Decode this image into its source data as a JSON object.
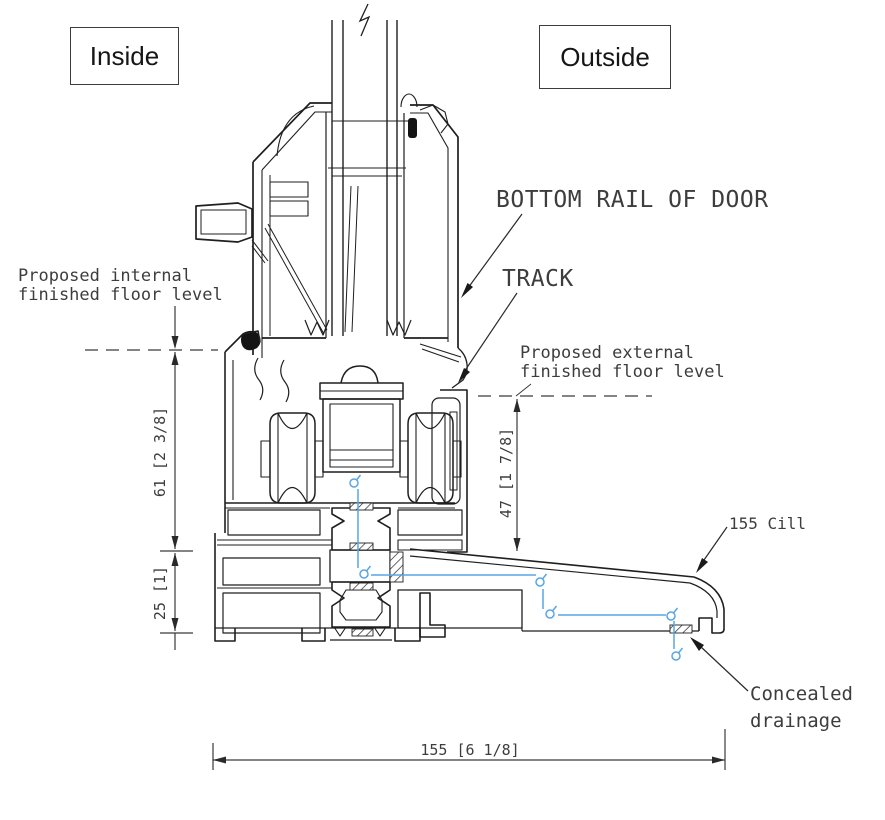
{
  "labels": {
    "inside": "Inside",
    "outside": "Outside"
  },
  "callouts": {
    "bottom_rail": "BOTTOM RAIL OF DOOR",
    "track": "TRACK",
    "internal_floor": {
      "line1": "Proposed internal",
      "line2": "finished floor level"
    },
    "external_floor": {
      "line1": "Proposed external",
      "line2": "finished floor level"
    },
    "cill": "155 Cill",
    "drainage": {
      "line1": "Concealed",
      "line2": "drainage"
    }
  },
  "dims": {
    "d61": "61 [2 3/8]",
    "d25": "25 [1]",
    "d47": "47 [1 7/8]",
    "d155": "155 [6 1/8]"
  },
  "colors": {
    "line": "#1f1f1f",
    "annotation": "#3d3d3d",
    "drainage_blue": "#58a6e4"
  }
}
